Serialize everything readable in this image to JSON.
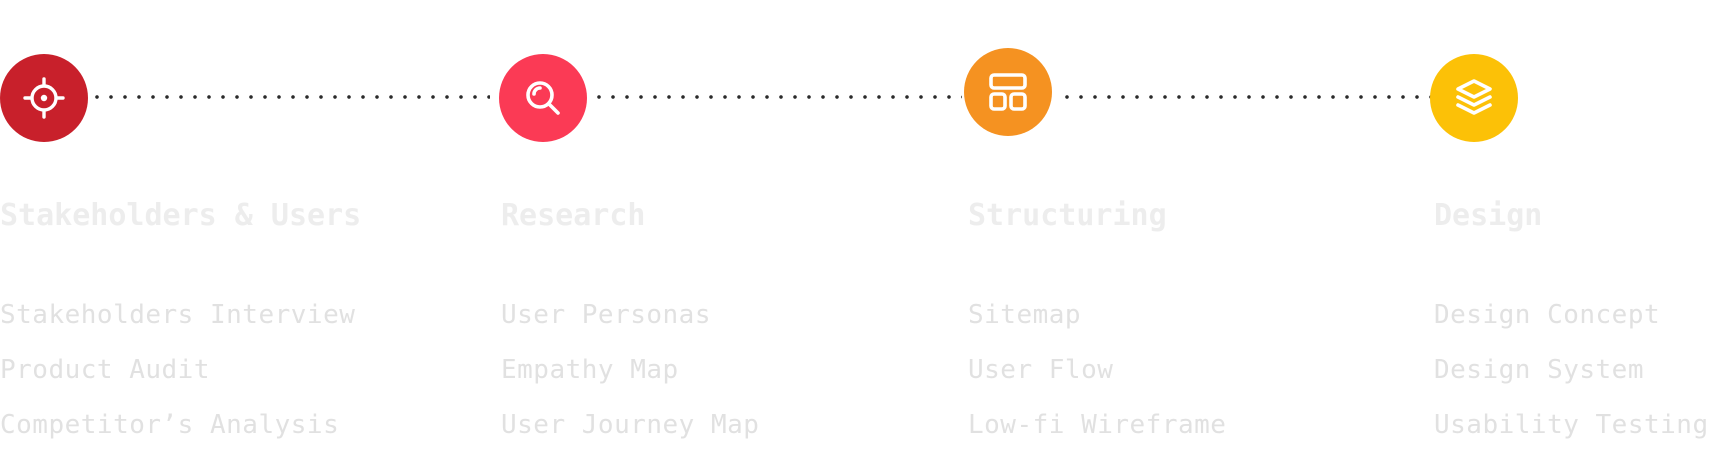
{
  "steps": [
    {
      "icon": "target-icon",
      "color": "#c8202b",
      "title": "Stakeholders & Users",
      "items": [
        "Stakeholders Interview",
        "Product Audit",
        "Competitor’s Analysis"
      ]
    },
    {
      "icon": "search-icon",
      "color": "#fb3a55",
      "title": "Research",
      "items": [
        "User Personas",
        "Empathy Map",
        "User Journey Map"
      ]
    },
    {
      "icon": "layout-icon",
      "color": "#f59221",
      "title": "Structuring",
      "items": [
        "Sitemap",
        "User Flow",
        "Low-fi Wireframe"
      ]
    },
    {
      "icon": "layers-icon",
      "color": "#fcc107",
      "title": "Design",
      "items": [
        "Design Concept",
        "Design System",
        "Usability Testing"
      ]
    }
  ]
}
